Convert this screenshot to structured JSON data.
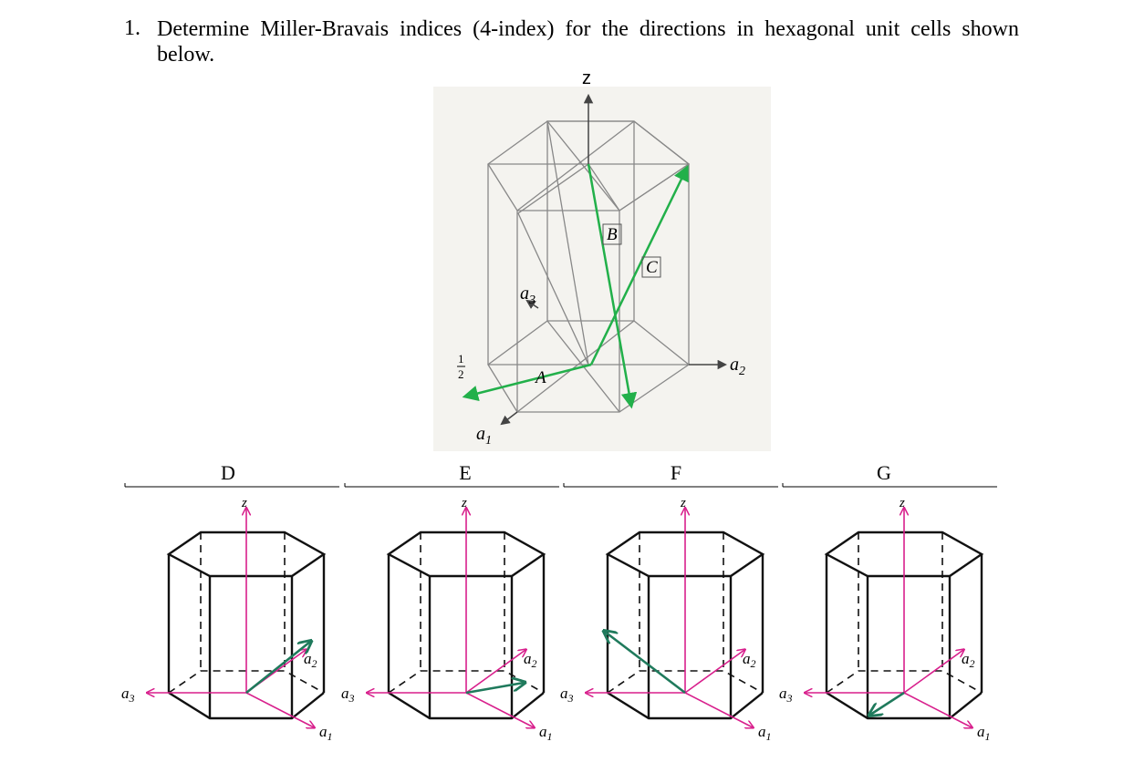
{
  "question": {
    "number": "1.",
    "text": "Determine Miller-Bravais indices (4-index) for the directions in hexagonal unit cells shown below."
  },
  "main_figure": {
    "z_label": "z",
    "a1_label": "a",
    "a1_sub": "1",
    "a2_label": "a",
    "a2_sub": "2",
    "a3_label": "a",
    "a3_sub": "3",
    "half_num": "1",
    "half_den": "2",
    "dir_A": "A",
    "dir_B": "B",
    "dir_C": "C"
  },
  "panels": [
    {
      "title": "D",
      "z": "z",
      "a1": "a",
      "a1_sub": "1",
      "a2": "a",
      "a2_sub": "2",
      "a3": "a",
      "a3_sub": "3"
    },
    {
      "title": "E",
      "z": "z",
      "a1": "a",
      "a1_sub": "1",
      "a2": "a",
      "a2_sub": "2",
      "a3": "a",
      "a3_sub": "3"
    },
    {
      "title": "F",
      "z": "z",
      "a1": "a",
      "a1_sub": "1",
      "a2": "a",
      "a2_sub": "2",
      "a3": "a",
      "a3_sub": "3"
    },
    {
      "title": "G",
      "z": "z",
      "a1": "a",
      "a1_sub": "1",
      "a2": "a",
      "a2_sub": "2",
      "a3": "a",
      "a3_sub": "3"
    }
  ],
  "colors": {
    "axis_magenta": "#d81f8c",
    "direction_green": "#1f7a5c",
    "main_green": "#22b04a",
    "cell_gray": "#777777"
  }
}
